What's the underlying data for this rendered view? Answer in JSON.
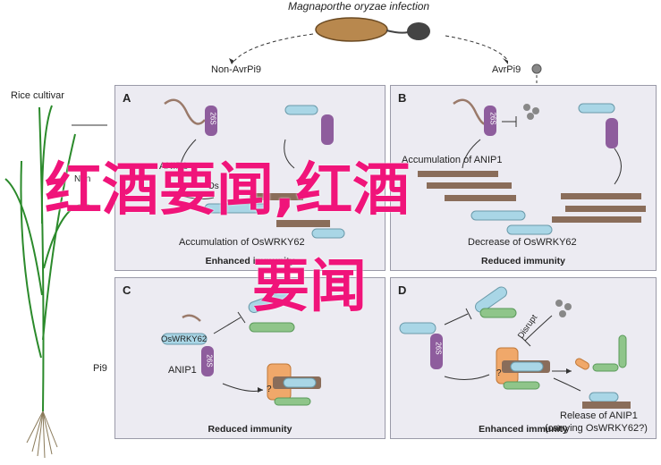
{
  "header": {
    "pathogen": "Magnaporthe oryzae infection",
    "left_branch": "Non-AvrPi9",
    "right_branch": "AvrPi9"
  },
  "plant": {
    "label": "Rice cultivar",
    "gene_label": "Pi9"
  },
  "panels": {
    "A": {
      "letter": "A",
      "protein": "ANIP1",
      "degradation_label": "26S",
      "partial_left": "Non",
      "partial_mid": "Os",
      "accumulation_text": "Accumulation of OsWRKY62",
      "caption": "Enhanced immunity"
    },
    "B": {
      "letter": "B",
      "accumulation_text": "Accumulation of ANIP1",
      "decrease_text": "Decrease of OsWRKY62",
      "degradation_label": "26S",
      "caption": "Reduced immunity"
    },
    "C": {
      "letter": "C",
      "wrky_label": "OsWRKY62",
      "protein": "ANIP1",
      "degradation_label": "26S",
      "question": "?",
      "caption": "Reduced immunity"
    },
    "D": {
      "letter": "D",
      "disrupt": "Disrupt",
      "question": "?",
      "release_line1": "Release of ANIP1",
      "release_line2": "(carrying OsWRKY62?)",
      "degradation_label": "26S",
      "caption": "Enhanced immunity"
    }
  },
  "overlay": {
    "line1": "红酒要闻,红酒",
    "line2": "要闻"
  },
  "colors": {
    "panel_bg": "#ecebf2",
    "proteasome": "#8e5d9d",
    "wrky": "#a9d6e6",
    "anip1_bar": "#8a6d5a",
    "green_part": "#8fc58a",
    "orange_part": "#f0a86a",
    "overlay_text": "#f0147a"
  }
}
